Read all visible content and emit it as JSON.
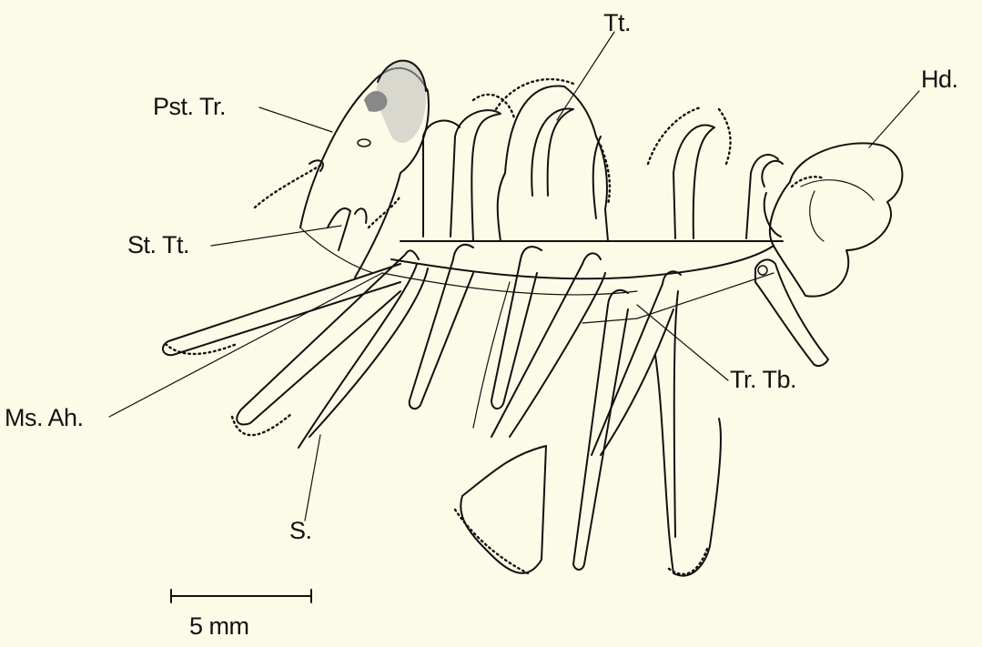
{
  "labels": {
    "tt": "Tt.",
    "hd": "Hd.",
    "pst_tr": "Pst. Tr.",
    "st_tt": "St. Tt.",
    "tr_tb": "Tr. Tb.",
    "ms_ah": "Ms. Ah.",
    "s": "S."
  },
  "scale_bar": {
    "label": "5 mm"
  },
  "colors": {
    "background": "#fcfbe7",
    "ink": "#111111"
  }
}
